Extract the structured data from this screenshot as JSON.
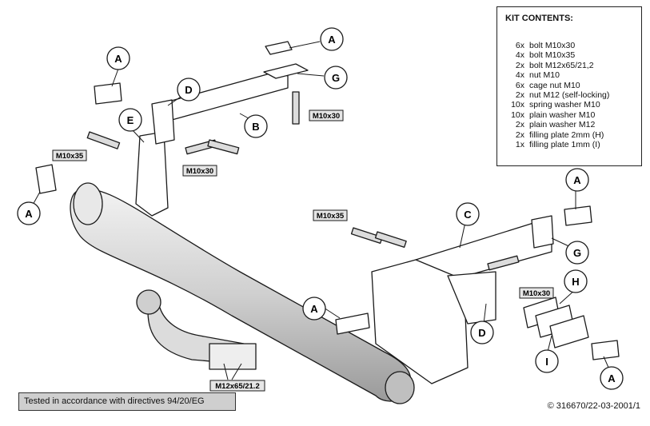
{
  "kit": {
    "title": "KIT CONTENTS:",
    "items": [
      {
        "qty": "6x",
        "desc": "bolt M10x30"
      },
      {
        "qty": "4x",
        "desc": "bolt M10x35"
      },
      {
        "qty": "2x",
        "desc": "bolt M12x65/21,2"
      },
      {
        "qty": "4x",
        "desc": "nut M10"
      },
      {
        "qty": "6x",
        "desc": "cage nut M10"
      },
      {
        "qty": "2x",
        "desc": "nut M12 (self-locking)"
      },
      {
        "qty": "10x",
        "desc": "spring washer M10"
      },
      {
        "qty": "10x",
        "desc": "plain washer M10"
      },
      {
        "qty": "2x",
        "desc": "plain washer M12"
      },
      {
        "qty": "2x",
        "desc": "filling plate 2mm (H)"
      },
      {
        "qty": "1x",
        "desc": "filling plate 1mm (I)"
      }
    ]
  },
  "callouts": {
    "a": "A",
    "b": "B",
    "c": "C",
    "d": "D",
    "e": "E",
    "g": "G",
    "h": "H",
    "i": "I"
  },
  "bolt_labels": {
    "m10x30": "M10x30",
    "m10x35": "M10x35",
    "m12x65": "M12x65/21.2"
  },
  "footer": {
    "tested": "Tested in accordance with directives 94/20/EG",
    "copyright": "© 316670/22-03-2001/1"
  },
  "colors": {
    "line": "#1a1a1a",
    "bar_fill": "#d9d9d9",
    "label_fill": "#e6e6e6",
    "tested_fill": "#cfcfcf"
  }
}
